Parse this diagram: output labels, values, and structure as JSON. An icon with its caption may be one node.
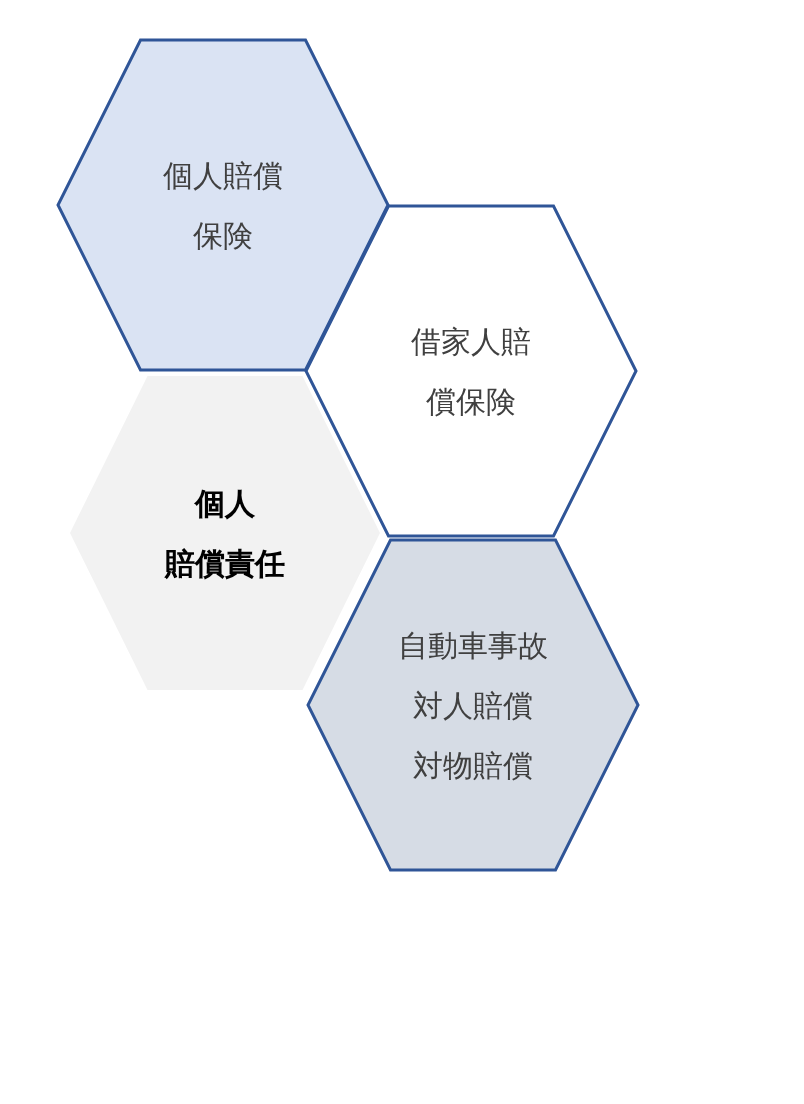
{
  "diagram": {
    "nodes": [
      {
        "text": [
          "個人賠償保険"
        ]
      },
      {
        "text": [
          "借家人賠償保険"
        ]
      },
      {
        "text": [
          "個人",
          "賠償責任"
        ]
      },
      {
        "text": [
          "自動車事故",
          "対人賠償",
          "対物賠償"
        ]
      }
    ]
  }
}
